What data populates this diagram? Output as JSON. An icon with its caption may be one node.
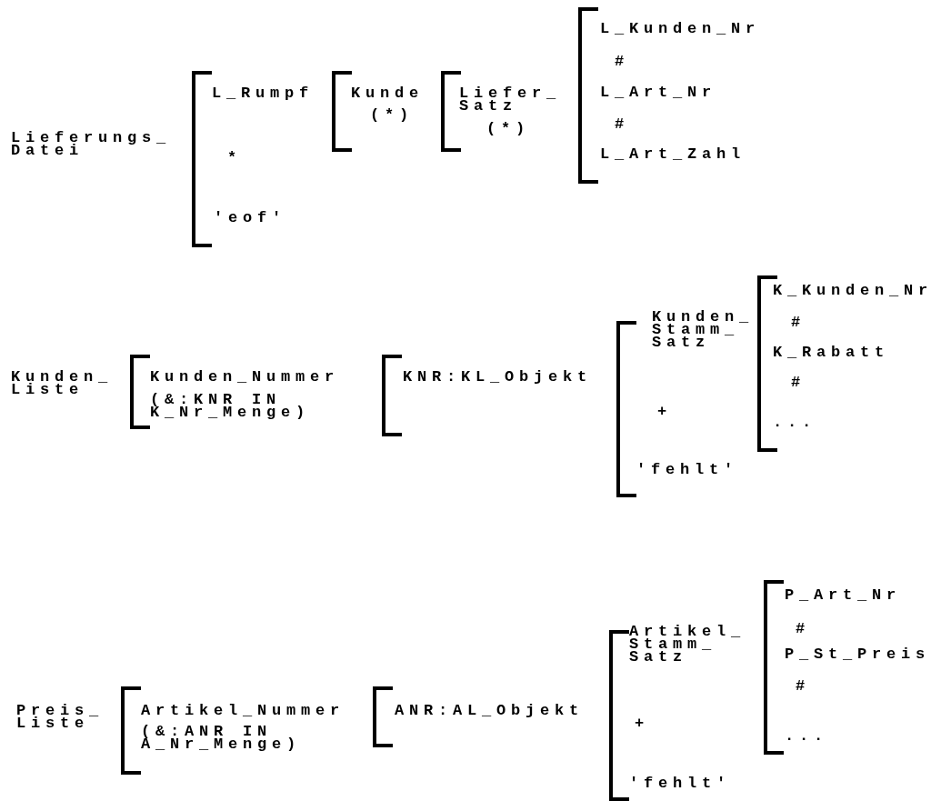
{
  "diagram": {
    "labels": [
      "Lieferungs_ Datei",
      "L_Rumpf",
      "Kunde",
      "(*)",
      "Liefer_ Satz",
      "(*)",
      "L_Kunden_Nr",
      "#",
      "L_Art_Nr",
      "#",
      "L_Art_Zahl",
      "*",
      "'eof'",
      "K_Kunden_Nr",
      "#",
      "Kunden_ Stamm_ Satz",
      "K_Rabatt",
      "Kunden_ Liste",
      "Kunden_Nummer",
      "(&:KNR IN K_Nr_Menge)",
      "KNR:KL_Objekt",
      "#",
      "+",
      "...",
      "'fehlt'",
      "P_Art_Nr",
      "#",
      "Artikel_ Stamm_ Satz",
      "P_St_Preis",
      "#",
      "Preis_ Liste",
      "Artikel_Nummer",
      "(&:ANR IN A_Nr_Menge)",
      "ANR:AL_Objekt",
      "+",
      "...",
      "'fehlt'"
    ]
  }
}
